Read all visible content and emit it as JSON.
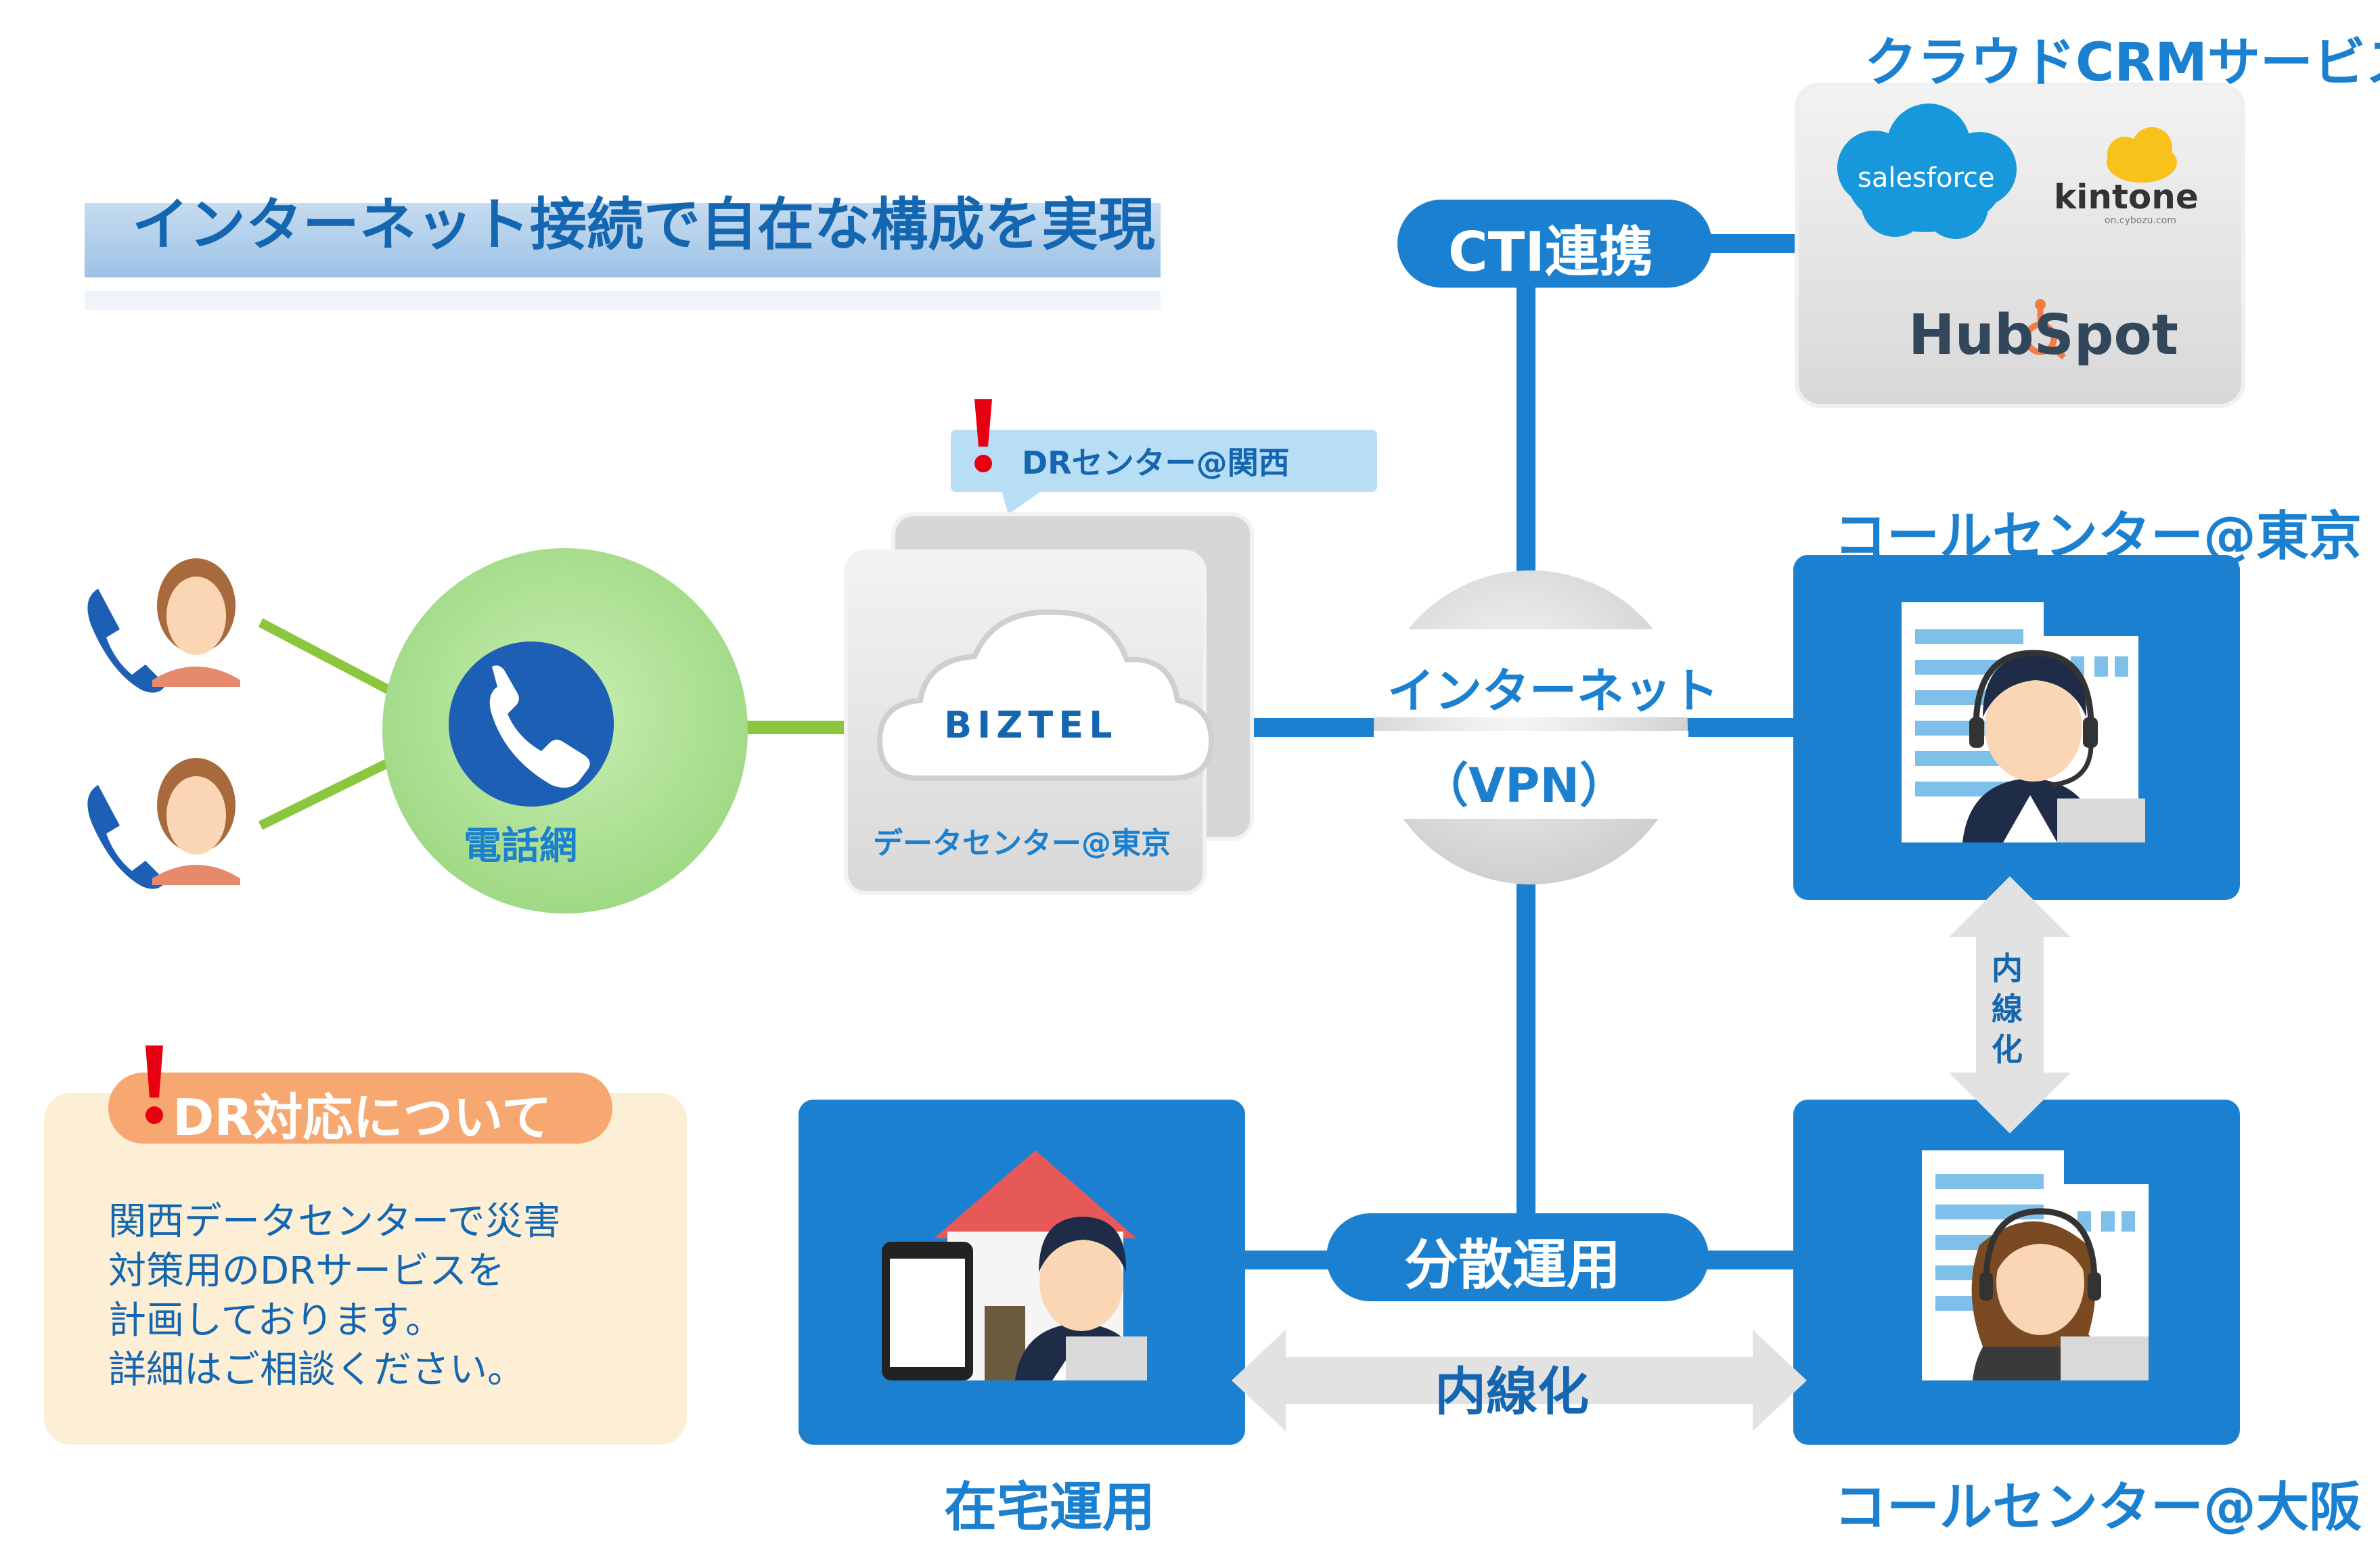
{
  "title": "インターネット接続で自在な構成を実現",
  "cloud_crm": {
    "heading": "クラウドCRMサービス",
    "logos": [
      "salesforce",
      "kintone",
      "HubSpot"
    ],
    "kintone_sub": "on.cybozu.com"
  },
  "cti_label": "CTI連携",
  "dr_bubble": "DRセンター@関西",
  "datacenter": {
    "brand": "BIZTEL",
    "label": "データセンター@東京"
  },
  "phone_network": "電話網",
  "internet": {
    "line1": "インターネット",
    "line2": "（VPN）"
  },
  "callcenter_tokyo": "コールセンター@東京",
  "callcenter_osaka": "コールセンター@大阪",
  "extension_vertical": [
    "内",
    "線",
    "化"
  ],
  "extension_horizontal": "内線化",
  "distributed": "分散運用",
  "home": "在宅運用",
  "dr_note": {
    "heading": "DR対応について",
    "lines": [
      "関西データセンターで災害",
      "対策用のDRサービスを",
      "計画しております。",
      "詳細はご相談ください。"
    ]
  },
  "colors": {
    "blue": "#1a80cf",
    "dark_blue": "#1466b0",
    "green_line": "#8cc63f",
    "green_circle": "#b6e29a",
    "orange": "#f6a870",
    "note_bg": "#fdefd6",
    "gray_box": "#e4e4e4",
    "red": "#e60012"
  }
}
